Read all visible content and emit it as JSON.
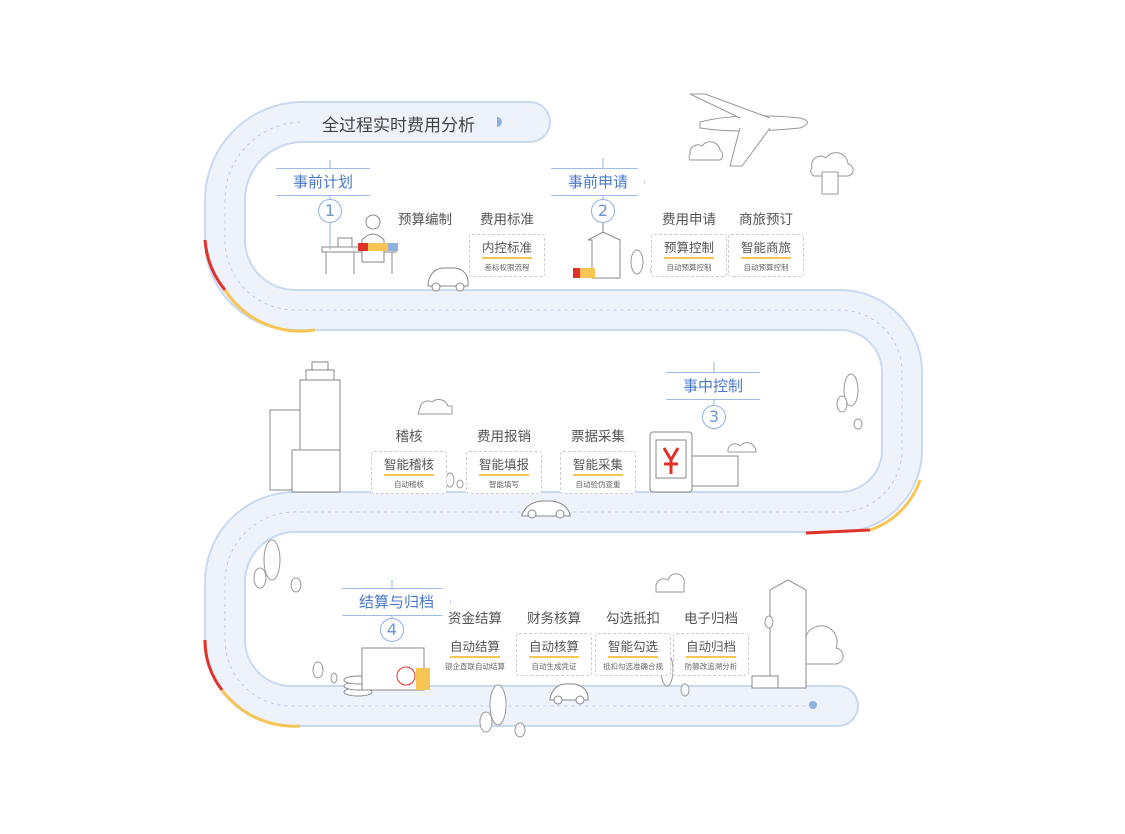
{
  "title": "全过程实时费用分析",
  "colors": {
    "road": "#eaf1fb",
    "road_edge": "#c9d9f0",
    "accent_red": "#e0322a",
    "accent_yellow": "#f7c553",
    "flag_text": "#4a78c8"
  },
  "stages": [
    {
      "number": "1",
      "label": "事前计划"
    },
    {
      "number": "2",
      "label": "事前申请"
    },
    {
      "number": "3",
      "label": "事中控制"
    },
    {
      "number": "4",
      "label": "结算与归档"
    }
  ],
  "items": [
    {
      "heading": "预算编制"
    },
    {
      "heading": "费用标准",
      "badge": "内控标准",
      "sub": "差标权限流程"
    },
    {
      "heading": "费用申请",
      "badge": "预算控制",
      "sub": "自动预算控制"
    },
    {
      "heading": "商旅预订",
      "badge": "智能商旅",
      "sub": "自动预算控制"
    },
    {
      "heading": "稽核",
      "badge": "智能稽核",
      "sub": "自动稽核"
    },
    {
      "heading": "费用报销",
      "badge": "智能填报",
      "sub": "智能填写"
    },
    {
      "heading": "票据采集",
      "badge": "智能采集",
      "sub": "自动验伪查重"
    },
    {
      "heading": "资金结算",
      "badge": "自动结算",
      "sub": "银企直联自动结算"
    },
    {
      "heading": "财务核算",
      "badge": "自动核算",
      "sub": "自动生成凭证"
    },
    {
      "heading": "勾选抵扣",
      "badge": "智能勾选",
      "sub": "抵扣勾选准确合规"
    },
    {
      "heading": "电子归档",
      "badge": "自动归档",
      "sub": "防篡改追溯分析"
    }
  ],
  "icons": [
    "airplane-icon",
    "cloud-icon",
    "car-icon",
    "tree-icon",
    "building-icon",
    "yuan-icon",
    "coins-icon",
    "desk-worker-icon"
  ]
}
